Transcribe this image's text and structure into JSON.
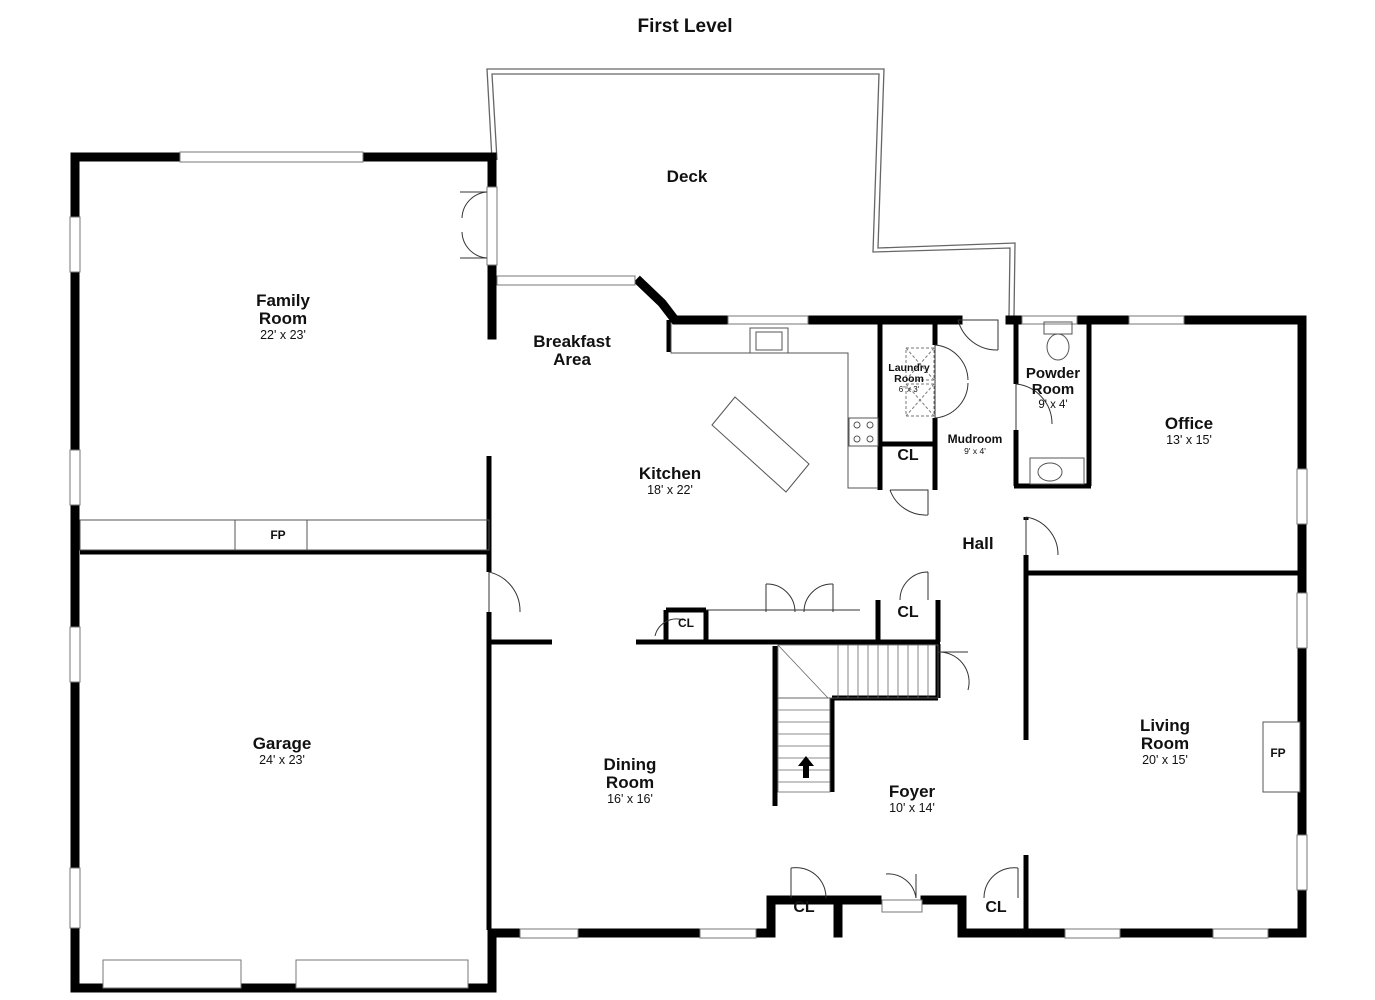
{
  "title": "First Level",
  "rooms": {
    "deck": {
      "name": "Deck"
    },
    "family_room": {
      "name": "Family Room",
      "name_lines": [
        "Family",
        "Room"
      ],
      "dim": "22' x 23'"
    },
    "breakfast": {
      "name_lines": [
        "Breakfast",
        "Area"
      ]
    },
    "kitchen": {
      "name": "Kitchen",
      "dim": "18' x 22'"
    },
    "laundry": {
      "name_lines": [
        "Laundry",
        "Room"
      ],
      "dim": "6' x 3'"
    },
    "mudroom": {
      "name": "Mudroom",
      "dim": "9' x 4'"
    },
    "powder": {
      "name_lines": [
        "Powder",
        "Room"
      ],
      "dim": "9' x 4'"
    },
    "office": {
      "name": "Office",
      "dim": "13' x 15'"
    },
    "hall": {
      "name": "Hall"
    },
    "garage": {
      "name": "Garage",
      "dim": "24' x 23'"
    },
    "dining": {
      "name_lines": [
        "Dining",
        "Room"
      ],
      "dim": "16' x 16'"
    },
    "foyer": {
      "name": "Foyer",
      "dim": "10' x 14'"
    },
    "living": {
      "name_lines": [
        "Living",
        "Room"
      ],
      "dim": "20' x 15'"
    }
  },
  "tags": {
    "fp_family": "FP",
    "fp_living": "FP",
    "cl_laundry": "CL",
    "cl_stair": "CL",
    "cl_small": "CL",
    "cl_front_left": "CL",
    "cl_front_right": "CL"
  },
  "colors": {
    "wall": "#000000",
    "thin": "#555555",
    "window": "#aaaaaa"
  }
}
